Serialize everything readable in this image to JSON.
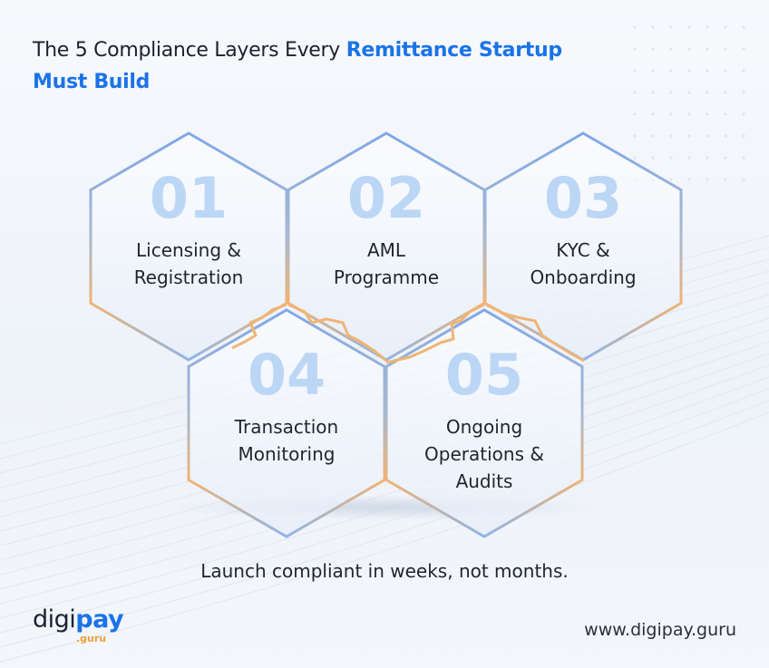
{
  "title": {
    "plain": "The 5 Compliance Layers Every ",
    "highlight_line1": "Remittance Startup",
    "highlight_line2": "Must Build"
  },
  "layers": [
    {
      "num": "01",
      "label_lines": [
        "Licensing &",
        "Registration"
      ]
    },
    {
      "num": "02",
      "label_lines": [
        "AML",
        "Programme"
      ]
    },
    {
      "num": "03",
      "label_lines": [
        "KYC &",
        "Onboarding"
      ]
    },
    {
      "num": "04",
      "label_lines": [
        "Transaction",
        "Monitoring"
      ]
    },
    {
      "num": "05",
      "label_lines": [
        "Ongoing",
        "Operations &",
        "Audits"
      ]
    }
  ],
  "tagline": "Launch compliant in weeks, not months.",
  "logo": {
    "part1": "digi",
    "part2": "pay",
    "sub": ".guru"
  },
  "website": "www.digipay.guru",
  "colors": {
    "accent_blue": "#1a73e8",
    "hex_border_blue": "#8fb4e6",
    "hex_border_orange": "#f0b474",
    "number_color": "#bcd6f6"
  }
}
